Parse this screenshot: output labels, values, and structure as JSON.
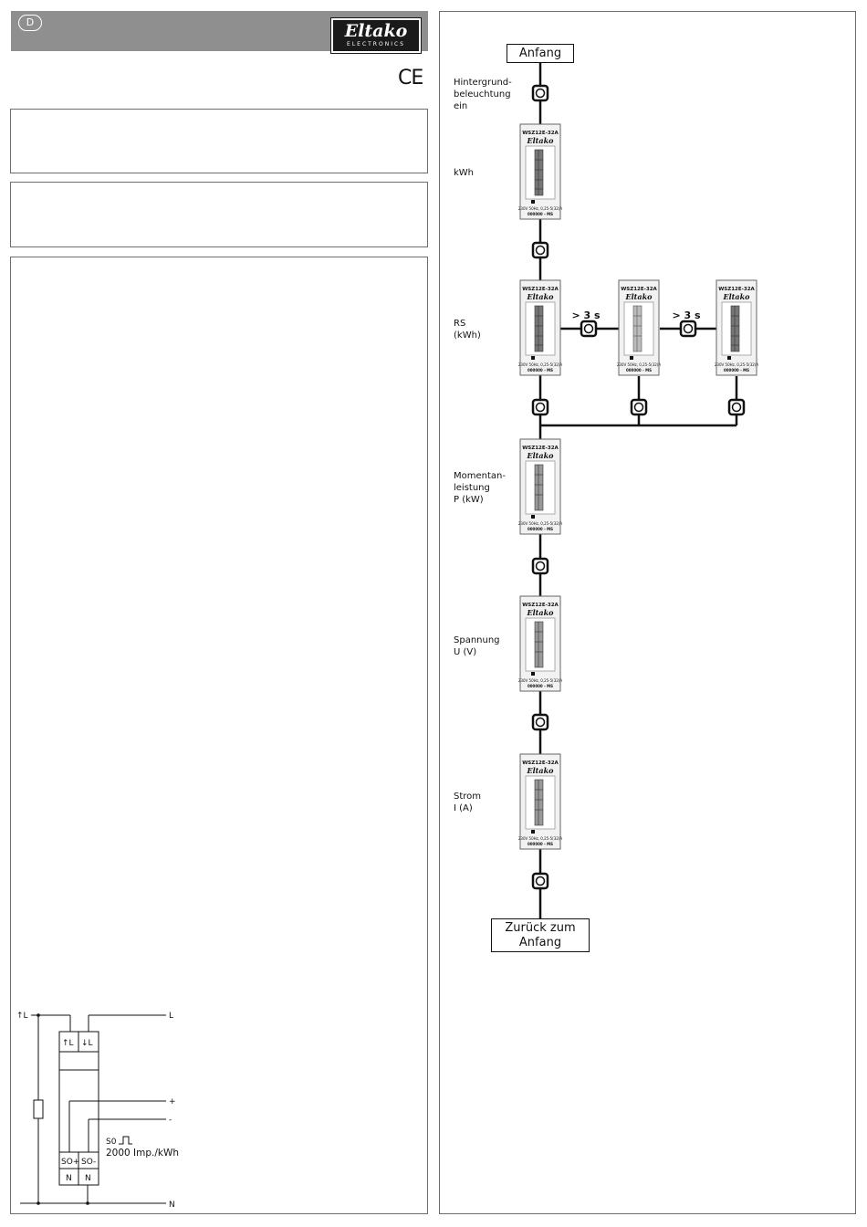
{
  "header": {
    "language_badge": "D",
    "logo_text": "Eltako",
    "logo_subtext": "ELECTRONICS",
    "ce_mark": "CE"
  },
  "flowchart": {
    "start_label": "Anfang",
    "end_label_line1": "Zurück zum",
    "end_label_line2": "Anfang",
    "delay_label": "> 3 s",
    "steps": [
      {
        "label_lines": [
          "Hintergrund-",
          "beleuchtung",
          "ein"
        ]
      },
      {
        "label_lines": [
          "kWh"
        ]
      },
      {
        "label_lines": [
          "RS",
          "(kWh)"
        ]
      },
      {
        "label_lines": [
          "Momentan-",
          "leistung",
          "P (kW)"
        ]
      },
      {
        "label_lines": [
          "Spannung",
          "U (V)"
        ]
      },
      {
        "label_lines": [
          "Strom",
          "I (A)"
        ]
      }
    ],
    "meter": {
      "model": "WSZ12E-32A",
      "brand": "Eltako",
      "rating": "230V 50Hz, 0,25-5(32)A",
      "serial": "000000 - MS"
    }
  },
  "wiring": {
    "line_in": "↑L",
    "line_out": "L",
    "terminal_in": "↑L",
    "terminal_out": "↓L",
    "plus": "+",
    "minus": "-",
    "s0_label": "S0",
    "impulse_rate": "2000 Imp./kWh",
    "so_plus": "SO+",
    "so_minus": "SO-",
    "neutral_terminal": "N",
    "neutral": "N"
  }
}
